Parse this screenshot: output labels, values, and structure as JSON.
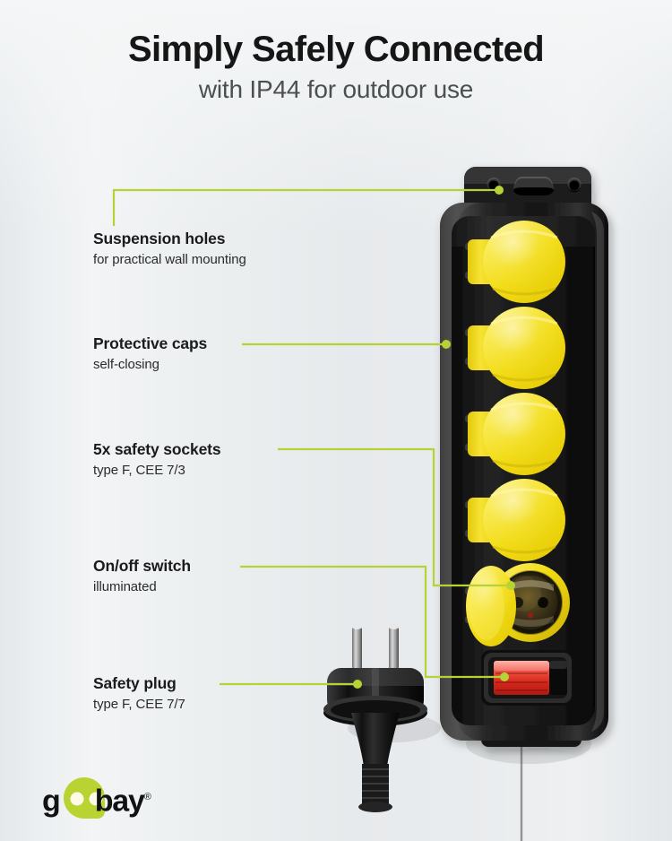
{
  "header": {
    "title": "Simply Safely Connected",
    "subtitle": "with IP44 for outdoor use"
  },
  "callouts": [
    {
      "title": "Suspension holes",
      "subtitle": "for practical wall mounting"
    },
    {
      "title": "Protective caps",
      "subtitle": "self-closing"
    },
    {
      "title": "5x safety sockets",
      "subtitle": "type F, CEE 7/3"
    },
    {
      "title": "On/off switch",
      "subtitle": "illuminated"
    },
    {
      "title": "Safety plug",
      "subtitle": "type F, CEE 7/7"
    }
  ],
  "brand": {
    "name_part1": "g",
    "name_oo": "oo",
    "name_part2": "bay",
    "registered": "®"
  },
  "colors": {
    "accent_green": "#b5d334",
    "background": "#e9ecee",
    "title_black": "#161616",
    "subtitle_gray": "#4c4f52",
    "cap_yellow": "#f5e215",
    "body_black": "#1d1d1d",
    "switch_red": "#e23b2e"
  },
  "product": {
    "name": "outdoor-power-strip",
    "socket_count": 5,
    "closed_caps": 4,
    "open_sockets": 1
  }
}
